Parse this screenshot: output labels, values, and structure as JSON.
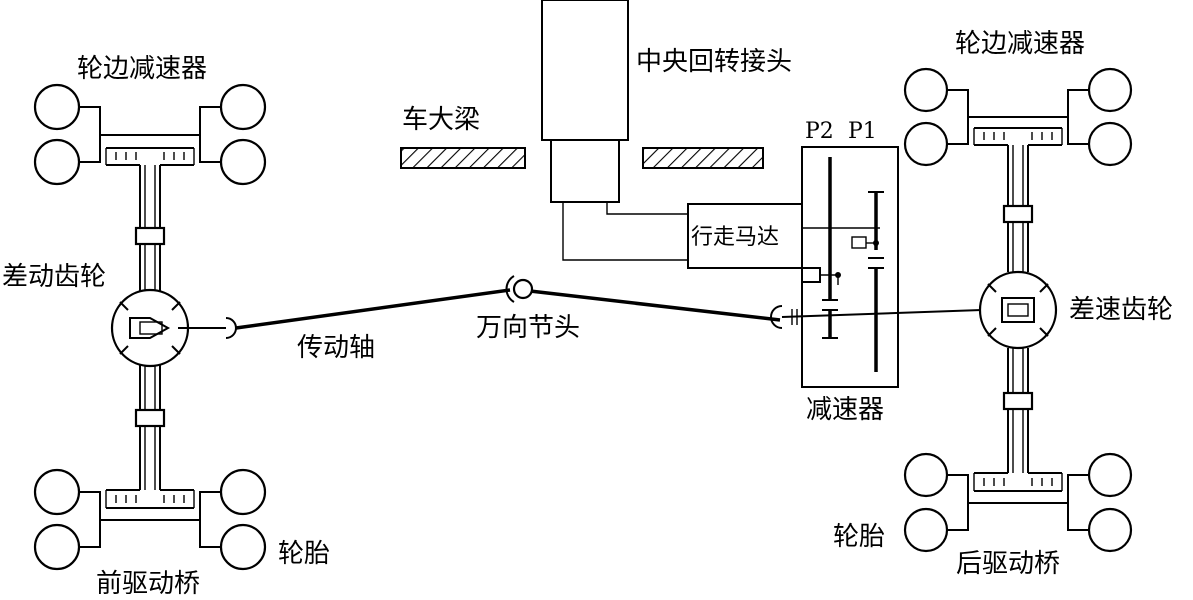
{
  "labels": {
    "hub_reducer_left": "轮边减速器",
    "hub_reducer_right": "轮边减速器",
    "central_swivel_joint": "中央回转接头",
    "frame_beam": "车大梁",
    "p2": "P2",
    "p1": "P1",
    "travel_motor": "行走马达",
    "differential_gear_left": "差动齿轮",
    "differential_gear_right": "差速齿轮",
    "drive_shaft": "传动轴",
    "universal_joint": "万向节头",
    "reducer": "减速器",
    "tire_left": "轮胎",
    "tire_right": "轮胎",
    "front_drive_axle": "前驱动桥",
    "rear_drive_axle": "后驱动桥"
  }
}
